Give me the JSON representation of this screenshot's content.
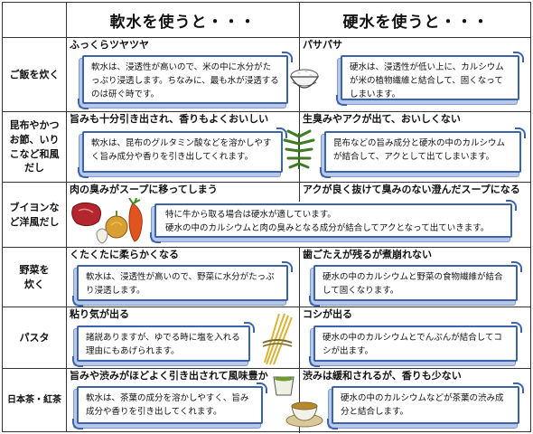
{
  "header": {
    "soft_title": "軟水を使うと・・・",
    "hard_title": "硬水を使うと・・・"
  },
  "rows": [
    {
      "label": "ご飯を炊く",
      "soft_headline": "ふっくらツヤツヤ",
      "soft_text": "軟水は、浸透性が高いので、米の中に水分がたっぷり浸透します。ちなみに、最も水が浸透するのは研ぐ時です。",
      "hard_headline": "パサパサ",
      "hard_text": "硬水は、浸透性が低い上に、カルシウムが米の植物繊維と結合して、固くなってしまいます。"
    },
    {
      "label": "昆布やかつお節、いりこなど和風だし",
      "soft_headline": "旨みも十分引き出され、香りもよくおいしい",
      "soft_text": "軟水は、昆布のグルタミン酸などを溶かしやすく旨み成分や香りを引き出してくれます。",
      "hard_headline": "生臭みやアクが出て、おいしくない",
      "hard_text": "昆布などの旨み成分と硬水の中のカルシウムが結合して、アクとして出てしまいます。"
    },
    {
      "label": "ブイヨンなど洋風だし",
      "soft_headline": "肉の臭みがスープに移ってしまう",
      "wide_text_1": "特に牛から取る場合は硬水が適しています。",
      "wide_text_2": "硬水の中のカルシウムと肉の臭みとなる成分が結合してアクとなって出ていきます。",
      "hard_headline": "アクが良く抜けて臭みのない澄んだスープになる"
    },
    {
      "label": "野菜を炊く",
      "soft_headline": "くたくたに柔らかくなる",
      "soft_text": "軟水は、浸透性が高いので、野菜に水分がたっぷり浸透します。",
      "hard_headline": "歯ごたえが残るが煮崩れない",
      "hard_text": "硬水の中のカルシウムと野菜の食物繊維が結合して固くなります。"
    },
    {
      "label": "パスタ",
      "soft_headline": "粘り気が出る",
      "soft_text": "諸説ありますが、ゆでる時に塩を入れる理由にもあげられます。",
      "hard_headline": "コシが出る",
      "hard_text": "硬水の中のカルシウムとでんぷんが結合してコシが出ます。"
    },
    {
      "label": "日本茶・紅茶",
      "soft_headline": "旨みや渋みがほどよく引き出されて風味豊か",
      "soft_text": "軟水は、茶葉の成分を溶かしやすく、旨み成分や香りを引き出してくれます。",
      "hard_headline": "渋みは緩和されるが、香りも少ない",
      "hard_text": "硬水の中のカルシウムなどが茶葉の渋み成分と結合します。"
    }
  ],
  "icons": [
    "rice-bowl-icon",
    "kelp-icon",
    "meat-onion-garlic-carrot-icon",
    "pasta-icon",
    "tea-cups-icon"
  ],
  "colors": {
    "box_border": "#3c64ad",
    "box_shadow": "#b8c8e6",
    "grid": "#333333"
  }
}
